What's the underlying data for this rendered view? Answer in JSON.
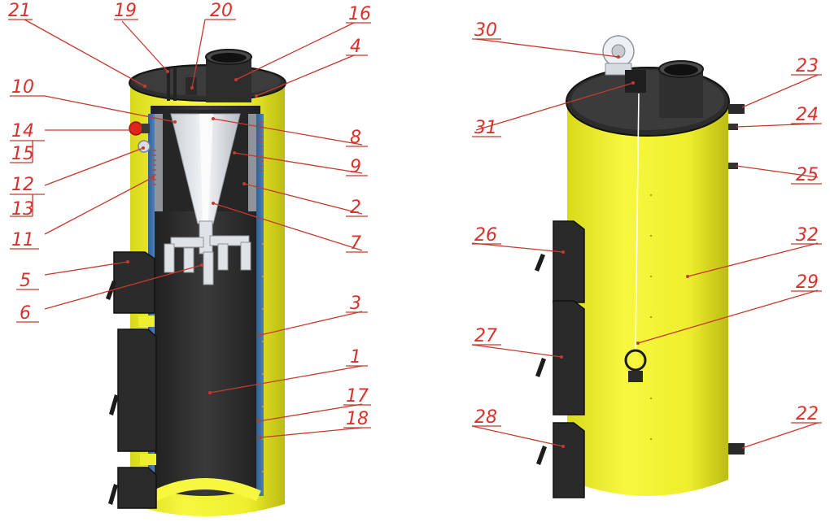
{
  "colors": {
    "body_yellow": "#f2f232",
    "yellow_shade": "#c9c915",
    "dark_steel": "#2b2b2b",
    "water_jacket_blue": "#3b6ea5",
    "label_red": "#d8312b"
  },
  "left_view": {
    "callouts": [
      {
        "id": "c21",
        "num": "21"
      },
      {
        "id": "c19",
        "num": "19"
      },
      {
        "id": "c20",
        "num": "20"
      },
      {
        "id": "c16",
        "num": "16"
      },
      {
        "id": "c4",
        "num": "4"
      },
      {
        "id": "c10",
        "num": "10"
      },
      {
        "id": "c14",
        "num": "14"
      },
      {
        "id": "c15",
        "num": "15"
      },
      {
        "id": "c12",
        "num": "12"
      },
      {
        "id": "c13",
        "num": "13"
      },
      {
        "id": "c11",
        "num": "11"
      },
      {
        "id": "c5",
        "num": "5"
      },
      {
        "id": "c6",
        "num": "6"
      },
      {
        "id": "c8",
        "num": "8"
      },
      {
        "id": "c9",
        "num": "9"
      },
      {
        "id": "c2",
        "num": "2"
      },
      {
        "id": "c7",
        "num": "7"
      },
      {
        "id": "c3",
        "num": "3"
      },
      {
        "id": "c1",
        "num": "1"
      },
      {
        "id": "c17",
        "num": "17"
      },
      {
        "id": "c18",
        "num": "18"
      }
    ]
  },
  "right_view": {
    "callouts": [
      {
        "id": "c30",
        "num": "30"
      },
      {
        "id": "c31",
        "num": "31"
      },
      {
        "id": "c23",
        "num": "23"
      },
      {
        "id": "c24",
        "num": "24"
      },
      {
        "id": "c25",
        "num": "25"
      },
      {
        "id": "c26",
        "num": "26"
      },
      {
        "id": "c32",
        "num": "32"
      },
      {
        "id": "c29",
        "num": "29"
      },
      {
        "id": "c27",
        "num": "27"
      },
      {
        "id": "c28",
        "num": "28"
      },
      {
        "id": "c22",
        "num": "22"
      }
    ]
  }
}
